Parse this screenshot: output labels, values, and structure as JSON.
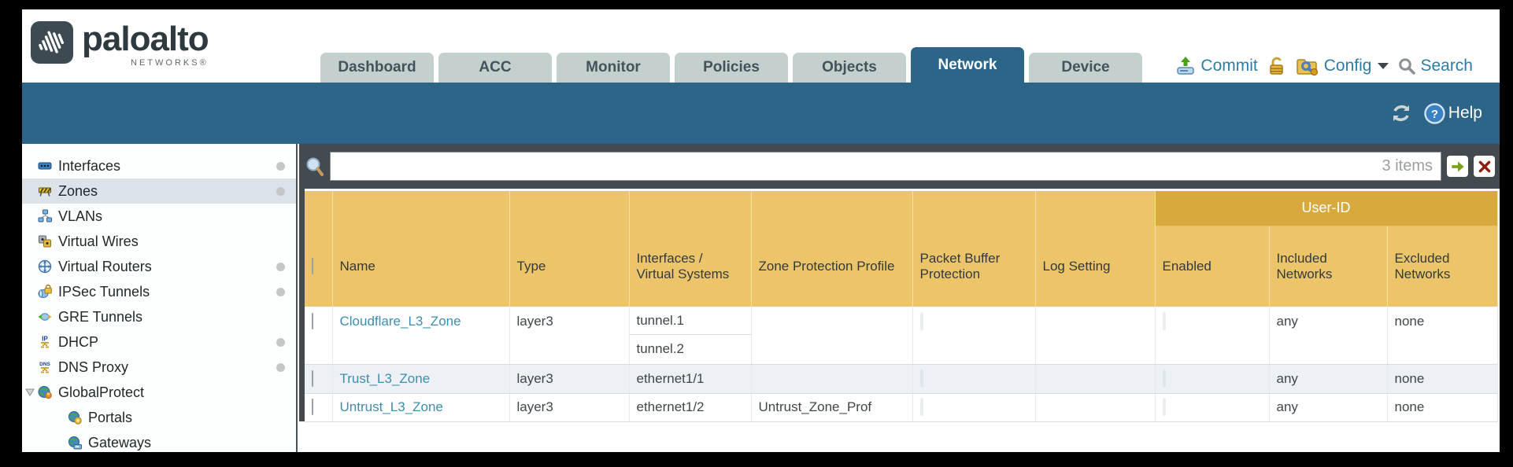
{
  "colors": {
    "banner_teal": "#2c6587",
    "header_amber": "#ecc469",
    "group_amber": "#d8a93c",
    "slate": "#434b51",
    "link_blue": "#3d8dad",
    "inactive_tab": "#c4d0ce"
  },
  "header": {
    "logo": {
      "brand": "paloalto",
      "subtext": "NETWORKS®"
    },
    "tabs": [
      {
        "label": "Dashboard",
        "active": false
      },
      {
        "label": "ACC",
        "active": false
      },
      {
        "label": "Monitor",
        "active": false
      },
      {
        "label": "Policies",
        "active": false
      },
      {
        "label": "Objects",
        "active": false
      },
      {
        "label": "Network",
        "active": true
      },
      {
        "label": "Device",
        "active": false
      }
    ],
    "actions": {
      "commit": "Commit",
      "config": "Config",
      "search": "Search"
    }
  },
  "banner": {
    "help_label": "Help"
  },
  "sidebar": {
    "items": [
      {
        "label": "Interfaces",
        "icon": "interfaces-icon",
        "dot": true,
        "selected": false
      },
      {
        "label": "Zones",
        "icon": "zones-icon",
        "dot": true,
        "selected": true
      },
      {
        "label": "VLANs",
        "icon": "vlans-icon",
        "dot": false,
        "selected": false
      },
      {
        "label": "Virtual Wires",
        "icon": "virtual-wires-icon",
        "dot": false,
        "selected": false
      },
      {
        "label": "Virtual Routers",
        "icon": "virtual-routers-icon",
        "dot": true,
        "selected": false
      },
      {
        "label": "IPSec Tunnels",
        "icon": "ipsec-tunnels-icon",
        "dot": true,
        "selected": false
      },
      {
        "label": "GRE Tunnels",
        "icon": "gre-tunnels-icon",
        "dot": false,
        "selected": false
      },
      {
        "label": "DHCP",
        "icon": "dhcp-icon",
        "dot": true,
        "selected": false
      },
      {
        "label": "DNS Proxy",
        "icon": "dns-proxy-icon",
        "dot": true,
        "selected": false
      },
      {
        "label": "GlobalProtect",
        "icon": "globalprotect-icon",
        "dot": false,
        "selected": false,
        "expanded": true
      },
      {
        "label": "Portals",
        "icon": "portals-icon",
        "dot": false,
        "selected": false,
        "indent": true
      },
      {
        "label": "Gateways",
        "icon": "gateways-icon",
        "dot": false,
        "selected": false,
        "indent": true
      }
    ]
  },
  "toolbar": {
    "items_count": "3 items"
  },
  "table": {
    "user_id_group_label": "User-ID",
    "columns": [
      "Name",
      "Type",
      "Interfaces / Virtual Systems",
      "Zone Protection Profile",
      "Packet Buffer Protection",
      "Log Setting",
      "Enabled",
      "Included Networks",
      "Excluded Networks"
    ],
    "rows": [
      {
        "name": "Cloudflare_L3_Zone",
        "type": "layer3",
        "interfaces": [
          "tunnel.1",
          "tunnel.2"
        ],
        "zone_protection_profile": "",
        "log_setting": "",
        "included_networks": "any",
        "excluded_networks": "none"
      },
      {
        "name": "Trust_L3_Zone",
        "type": "layer3",
        "interfaces": [
          "ethernet1/1"
        ],
        "zone_protection_profile": "",
        "log_setting": "",
        "included_networks": "any",
        "excluded_networks": "none"
      },
      {
        "name": "Untrust_L3_Zone",
        "type": "layer3",
        "interfaces": [
          "ethernet1/2"
        ],
        "zone_protection_profile": "Untrust_Zone_Prof",
        "log_setting": "",
        "included_networks": "any",
        "excluded_networks": "none"
      }
    ]
  }
}
